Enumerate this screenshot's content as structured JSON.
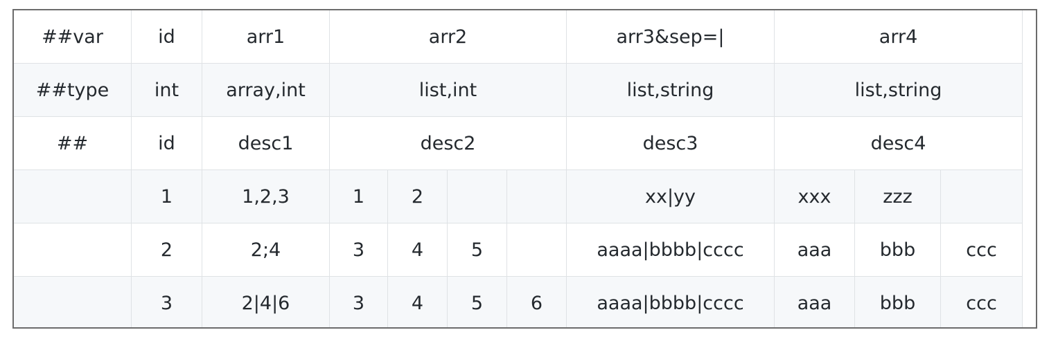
{
  "table": {
    "rows": [
      {
        "label": "##var",
        "id": "id",
        "arr1": "arr1",
        "arr2": "arr2",
        "arr3": "arr3&sep=|",
        "arr4": "arr4"
      },
      {
        "label": "##type",
        "id": "int",
        "arr1": "array,int",
        "arr2": "list,int",
        "arr3": "list,string",
        "arr4": "list,string"
      },
      {
        "label": "##",
        "id": "id",
        "arr1": "desc1",
        "arr2": "desc2",
        "arr3": "desc3",
        "arr4": "desc4"
      },
      {
        "label": "",
        "id": "1",
        "arr1": "1,2,3",
        "arr2": [
          "1",
          "2",
          "",
          ""
        ],
        "arr3": "xx|yy",
        "arr4": [
          "xxx",
          "zzz",
          ""
        ]
      },
      {
        "label": "",
        "id": "2",
        "arr1": "2;4",
        "arr2": [
          "3",
          "4",
          "5",
          ""
        ],
        "arr3": "aaaa|bbbb|cccc",
        "arr4": [
          "aaa",
          "bbb",
          "ccc"
        ]
      },
      {
        "label": "",
        "id": "3",
        "arr1": "2|4|6",
        "arr2": [
          "3",
          "4",
          "5",
          "6"
        ],
        "arr3": "aaaa|bbbb|cccc",
        "arr4": [
          "aaa",
          "bbb",
          "ccc"
        ]
      }
    ]
  }
}
